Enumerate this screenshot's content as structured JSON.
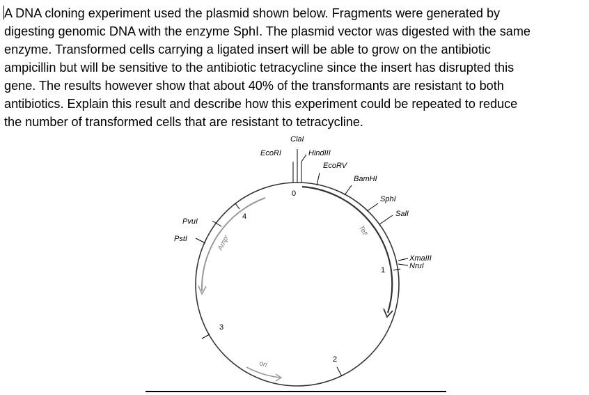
{
  "question": {
    "lines": [
      "A DNA cloning experiment used the plasmid shown below.  Fragments were generated by",
      "digesting genomic DNA with the enzyme SphI. The plasmid vector was digested with the same",
      "enzyme.  Transformed cells carrying a ligated insert will be able to grow on the antibiotic",
      "ampicillin but will be sensitive to the antibiotic tetracycline since the insert has disrupted this",
      "gene.  The results however show that about 40% of the transformants are resistant to both",
      "antibiotics.  Explain this result and describe how this experiment could be repeated to reduce",
      "the number of transformed cells that are resistant to tetracycline."
    ]
  },
  "plasmid": {
    "restriction_sites": {
      "cla": "ClaI",
      "ecori": "EcoRI",
      "hindiii": "HindIII",
      "ecorv": "EcoRV",
      "bamhi": "BamHI",
      "sphi": "SphI",
      "sali": "SalI",
      "xmaiii": "XmaIII",
      "nrui": "NruI",
      "pvui": "PvuI",
      "psti": "PstI"
    },
    "ticks": {
      "t0": "0",
      "t1": "1",
      "t2": "2",
      "t3": "3",
      "t4": "4"
    },
    "genes": {
      "amp": "Ampʳ",
      "tet": "Tetʳ",
      "ori": "ori"
    }
  },
  "colors": {
    "text": "#000000",
    "circle": "#333333",
    "amp_arrow": "#999999",
    "ori_arrow": "#999999"
  }
}
